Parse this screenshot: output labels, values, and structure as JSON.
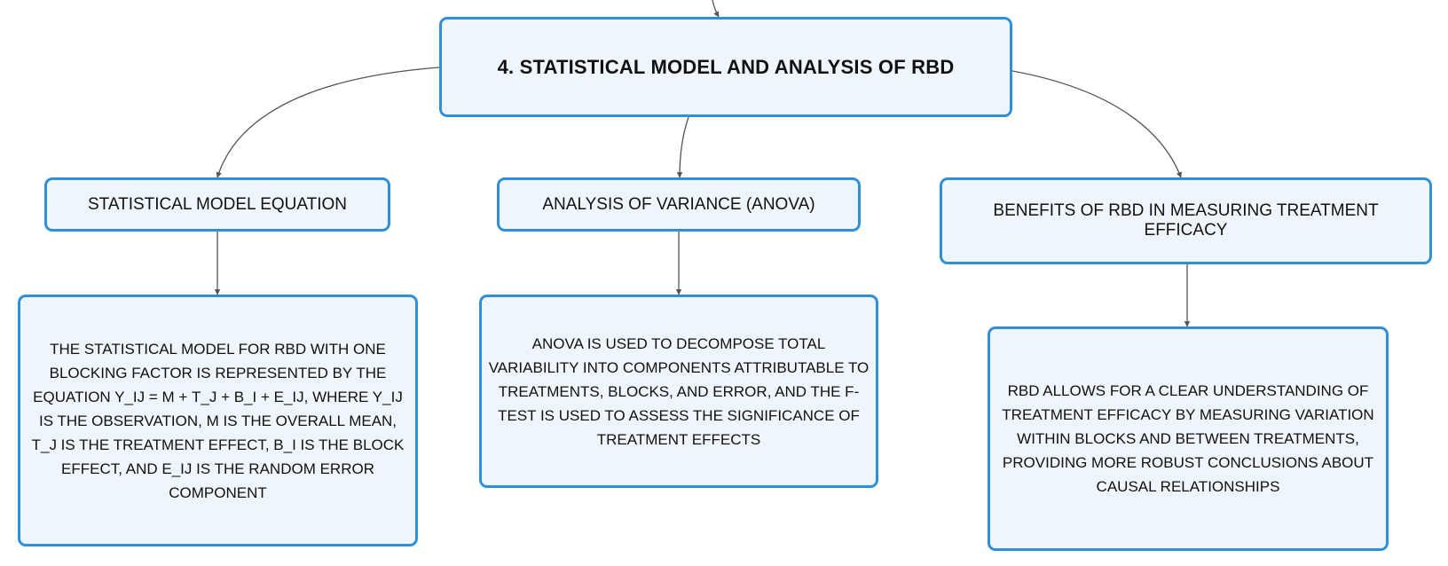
{
  "colors": {
    "node_fill": "#eef6fc",
    "node_border": "#2f8fd9",
    "connector": "#555555",
    "text": "#111111"
  },
  "root": {
    "title": "4. STATISTICAL MODEL AND ANALYSIS OF RBD"
  },
  "topics": [
    {
      "label": "STATISTICAL MODEL EQUATION",
      "detail": "THE STATISTICAL MODEL FOR RBD WITH ONE BLOCKING FACTOR IS REPRESENTED BY THE EQUATION Y_IJ = Μ + T_J + B_I + E_IJ, WHERE Y_IJ IS THE OBSERVATION, Μ IS THE OVERALL MEAN, T_J IS THE TREATMENT EFFECT, B_I IS THE BLOCK EFFECT, AND E_IJ IS THE RANDOM ERROR COMPONENT"
    },
    {
      "label": "ANALYSIS OF VARIANCE (ANOVA)",
      "detail": "ANOVA IS USED TO DECOMPOSE TOTAL VARIABILITY INTO COMPONENTS ATTRIBUTABLE TO TREATMENTS, BLOCKS, AND ERROR, AND THE F-TEST IS USED TO ASSESS THE SIGNIFICANCE OF TREATMENT EFFECTS"
    },
    {
      "label": "BENEFITS OF RBD IN MEASURING TREATMENT EFFICACY",
      "detail": "RBD ALLOWS FOR A CLEAR UNDERSTANDING OF TREATMENT EFFICACY BY MEASURING VARIATION WITHIN BLOCKS AND BETWEEN TREATMENTS, PROVIDING MORE ROBUST CONCLUSIONS ABOUT CAUSAL RELATIONSHIPS"
    }
  ]
}
